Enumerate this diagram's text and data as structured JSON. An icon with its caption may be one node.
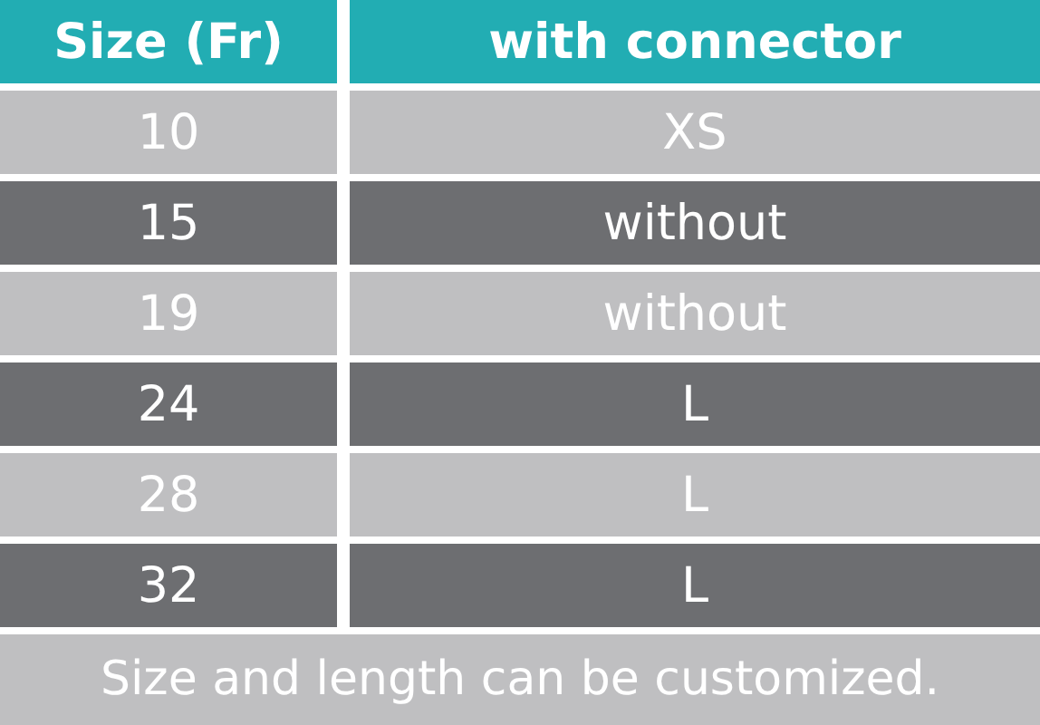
{
  "diagram": {
    "labels": [
      "Size (Fr)",
      "with connector",
      "10",
      "XS",
      "15",
      "without",
      "19",
      "without",
      "24",
      "L",
      "28",
      "L",
      "32",
      "L",
      "Size and length can be customized."
    ]
  }
}
